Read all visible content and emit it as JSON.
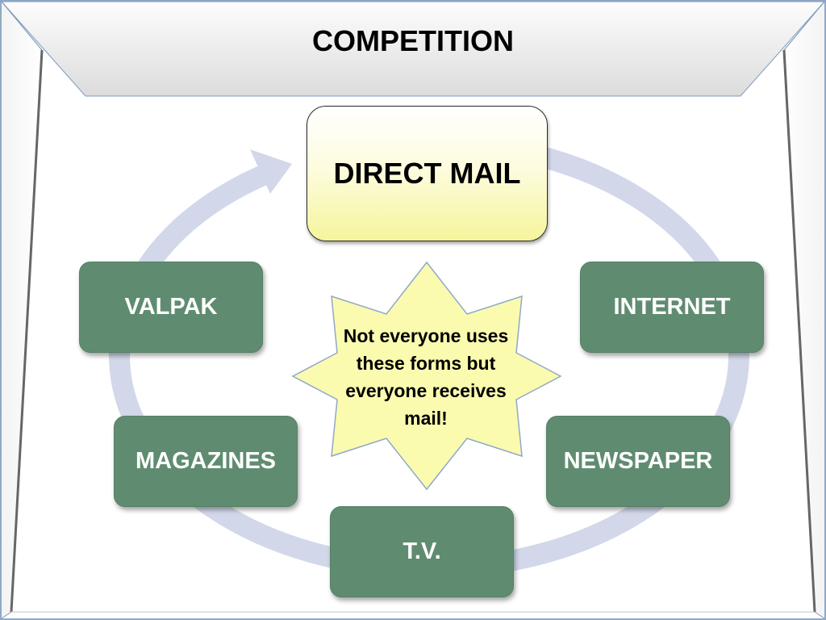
{
  "title": "COMPETITION",
  "center_node": {
    "label": "DIRECT MAIL",
    "color": "#f6f59c"
  },
  "nodes": [
    {
      "id": "internet",
      "label": "INTERNET"
    },
    {
      "id": "newspaper",
      "label": "NEWSPAPER"
    },
    {
      "id": "tv",
      "label": "T.V."
    },
    {
      "id": "magazines",
      "label": "MAGAZINES"
    },
    {
      "id": "valpak",
      "label": "VALPAK"
    }
  ],
  "callout": {
    "text": "Not everyone uses these forms but everyone receives mail!"
  },
  "colors": {
    "node_fill": "#5f8c70",
    "cycle_arrow": "#d2d8ea",
    "callout_fill": "#fbfbb0",
    "frame_line": "#8fa9c6"
  }
}
